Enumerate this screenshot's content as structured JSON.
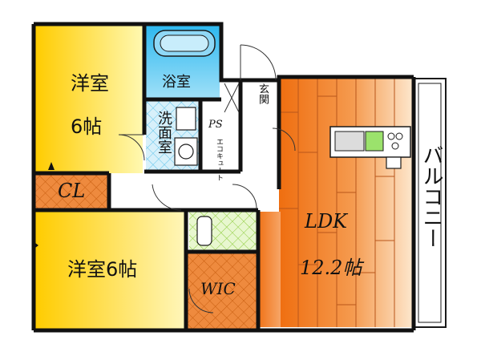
{
  "rooms": {
    "western_room_1": {
      "name": "洋室",
      "size": "6帖"
    },
    "bath": {
      "name": "浴室"
    },
    "entrance": {
      "name": "玄関"
    },
    "ps": {
      "name": "PS"
    },
    "washroom": {
      "name": "洗面室"
    },
    "ecocute": {
      "name": "エコキュート"
    },
    "closet": {
      "name": "CL"
    },
    "western_room_2": {
      "name": "洋室6帖"
    },
    "wic": {
      "name": "WIC"
    },
    "ldk": {
      "name": "LDK",
      "size": "12.2帖"
    },
    "balcony": {
      "name": "バルコニー"
    }
  },
  "colors": {
    "wall": "#111111",
    "western_room_yellow": "#ffd100",
    "western_room_light": "#fff7a8",
    "bath_blue": "#33bdf0",
    "wash_tile": "#bfe6f5",
    "toilet_green": "#9fd35a",
    "wood_orange": "#f07a1e",
    "wood_light": "#fde3c4",
    "closet_orange": "#ec7a2c"
  }
}
